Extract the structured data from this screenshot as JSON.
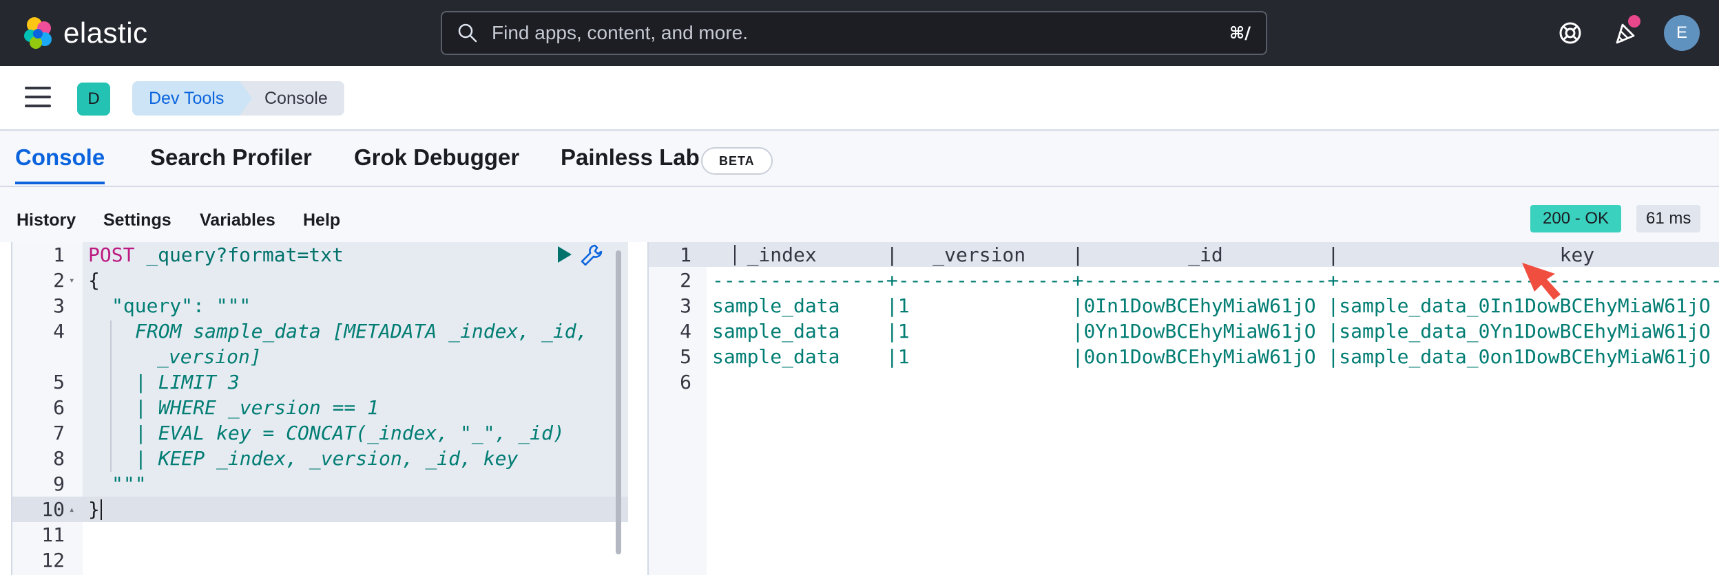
{
  "header": {
    "brand": "elastic",
    "search_placeholder": "Find apps, content, and more.",
    "search_shortcut": "⌘/",
    "avatar_initial": "E",
    "icons": [
      "elastic-logo-icon",
      "search-icon",
      "help-icon",
      "notifications-icon"
    ]
  },
  "nav": {
    "space_initial": "D",
    "breadcrumbs": [
      "Dev Tools",
      "Console"
    ]
  },
  "tabs": [
    {
      "label": "Console",
      "active": true
    },
    {
      "label": "Search Profiler",
      "active": false
    },
    {
      "label": "Grok Debugger",
      "active": false
    },
    {
      "label": "Painless Lab",
      "active": false,
      "badge": "BETA"
    }
  ],
  "toolbar": {
    "items": [
      "History",
      "Settings",
      "Variables",
      "Help"
    ],
    "status": "200 - OK",
    "duration": "61 ms"
  },
  "editor": {
    "line_numbers": [
      "1",
      "2",
      "3",
      "4",
      "",
      "5",
      "6",
      "7",
      "8",
      "9",
      "10",
      "11",
      "12"
    ],
    "method": "POST",
    "url": "_query?format=txt",
    "lines": [
      "{",
      "\"query\": \"\"\"",
      "FROM sample_data [METADATA _index, _id,",
      "_version]",
      "| LIMIT 3",
      "| WHERE _version == 1",
      "| EVAL key = CONCAT(_index, \"_\", _id)",
      "| KEEP _index, _version, _id, key",
      "\"\"\"",
      "}"
    ]
  },
  "output": {
    "line_numbers": [
      "1",
      "2",
      "3",
      "4",
      "5",
      "6"
    ],
    "lines": [
      "   _index      |   _version    |         _id         |                   key                   ",
      "---------------+---------------+---------------------+-----------------------------------------",
      "sample_data    |1              |0In1DowBCEhyMiaW61jO |sample_data_0In1DowBCEhyMiaW61jO",
      "sample_data    |1              |0Yn1DowBCEhyMiaW61jO |sample_data_0Yn1DowBCEhyMiaW61jO",
      "sample_data    |1              |0on1DowBCEhyMiaW61jO |sample_data_0on1DowBCEhyMiaW61jO",
      ""
    ]
  },
  "colors": {
    "header_bg": "#25282f",
    "accent": "#0b64dd",
    "status_ok": "#3bd1bf",
    "string_green": "#017d73",
    "keyword_pink": "#bc1a80",
    "annotation_arrow": "#f04e3e"
  }
}
